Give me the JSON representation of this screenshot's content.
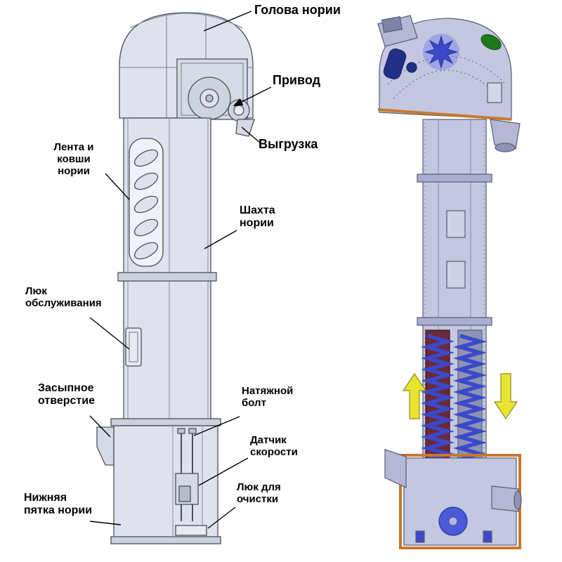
{
  "labels": {
    "head": "Голова нории",
    "drive": "Привод",
    "discharge": "Выгрузка",
    "belt_buckets": "Лента и\nковши\nнории",
    "shaft": "Шахта\nнории",
    "service_hatch": "Люк\nобслуживания",
    "fill_opening": "Засыпное\nотверстие",
    "tension_bolt": "Натяжной\nболт",
    "speed_sensor": "Датчик\nскорости",
    "cleaning_hatch": "Люк для\nочистки",
    "boot": "Нижняя\nпятка нории"
  },
  "colors": {
    "body": "#dfe2ec",
    "iso_body": "#c3c7e0",
    "maroon": "#6b2a38",
    "blue": "#3b49c9",
    "green": "#1f7a1f",
    "yellow": "#e8e431",
    "orange": "#c8782e",
    "outline": "#4a4f58"
  }
}
